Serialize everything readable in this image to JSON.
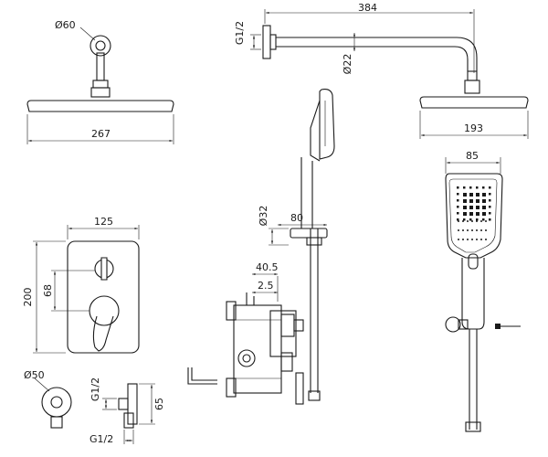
{
  "dimensions": {
    "diam_60": "Ø60",
    "w_267": "267",
    "g12_arm": "G1/2",
    "len_384": "384",
    "diam_22": "Ø22",
    "w_193": "193",
    "w_85": "85",
    "diam_32": "Ø32",
    "w_80": "80",
    "w_125": "125",
    "h_200": "200",
    "h_68": "68",
    "d_40_5": "40.5",
    "d_2_5": "2.5",
    "diam_50": "Ø50",
    "g12_elbow_v": "G1/2",
    "g12_elbow_h": "G1/2",
    "h_65": "65"
  }
}
